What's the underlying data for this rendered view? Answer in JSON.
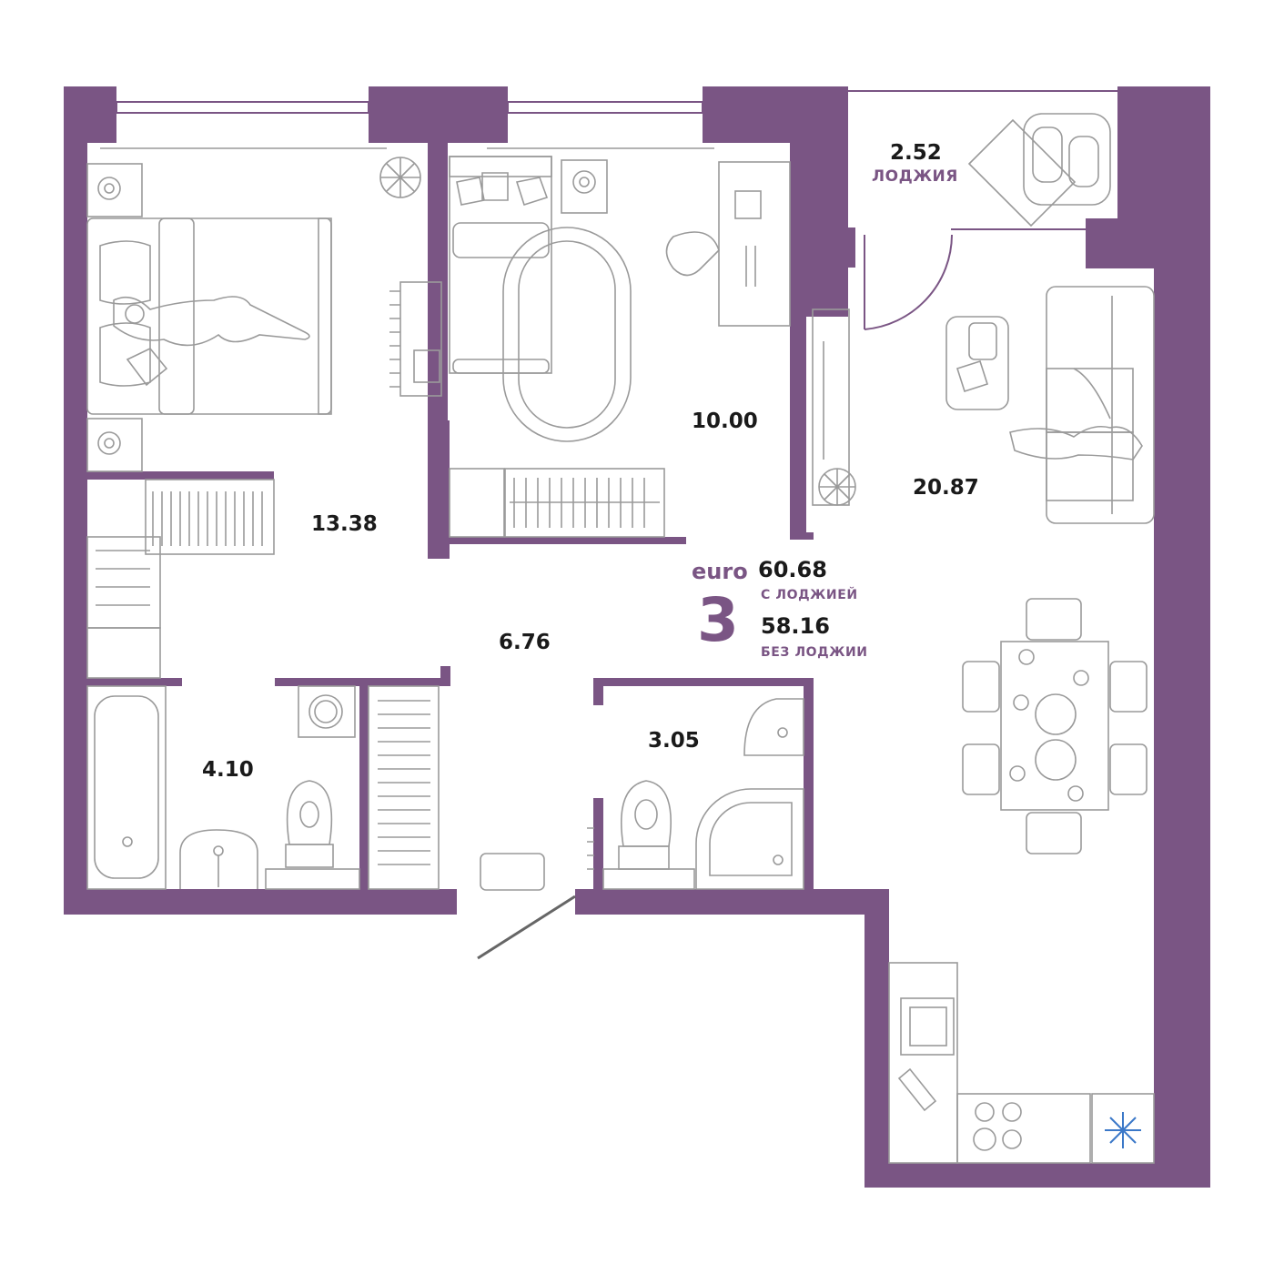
{
  "colors": {
    "wall": "#7a5584",
    "line": "#9a9a9a",
    "accent": "#7a5584",
    "snow": "#3b78c8"
  },
  "summary": {
    "format": "euro",
    "rooms": "3",
    "area_with_loggia": "60.68",
    "with_loggia_caption": "С ЛОДЖИЕЙ",
    "area_without_loggia": "58.16",
    "without_loggia_caption": "БЕЗ ЛОДЖИИ"
  },
  "rooms": {
    "bedroom": {
      "area": "13.38"
    },
    "kids_room": {
      "area": "10.00"
    },
    "living_kitchen": {
      "area": "20.87"
    },
    "hallway": {
      "area": "6.76"
    },
    "bathroom": {
      "area": "4.10"
    },
    "wc": {
      "area": "3.05"
    },
    "loggia": {
      "area": "2.52",
      "caption": "ЛОДЖИЯ"
    }
  },
  "icons": [
    "snowflake-icon",
    "plant-icon",
    "person-icon",
    "bed-icon",
    "sofa-icon",
    "table-icon",
    "stove-icon",
    "sink-icon",
    "toilet-icon",
    "bathtub-icon",
    "washer-icon",
    "shower-icon"
  ]
}
